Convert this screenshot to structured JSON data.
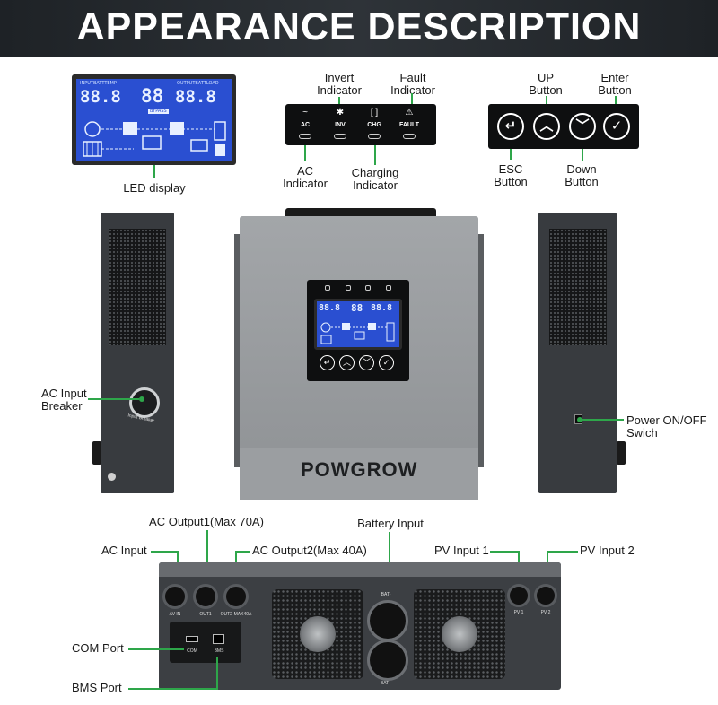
{
  "banner": {
    "title": "APPEARANCE DESCRIPTION"
  },
  "labels": {
    "led_display": "LED display",
    "invert_indicator": [
      "Invert",
      "Indicator"
    ],
    "fault_indicator": [
      "Fault",
      "Indicator"
    ],
    "ac_indicator": [
      "AC",
      "Indicator"
    ],
    "charging_indicator": [
      "Charging",
      "Indicator"
    ],
    "up_button": [
      "UP",
      "Button"
    ],
    "enter_button": [
      "Enter",
      "Button"
    ],
    "esc_button": [
      "ESC",
      "Button"
    ],
    "down_button": [
      "Down",
      "Button"
    ],
    "ac_input_breaker": [
      "AC Input",
      "Breaker"
    ],
    "power_switch": [
      "Power ON/OFF",
      "Swich"
    ],
    "ac_output1": "AC Output1(Max 70A)",
    "battery_input": "Battery Input",
    "ac_input": "AC Input",
    "ac_output2": "AC Output2(Max 40A)",
    "pv_input1": "PV Input 1",
    "pv_input2": "PV Input 2",
    "com_port": "COM Port",
    "bms_port": "BMS Port"
  },
  "indicator_panel": {
    "items": [
      {
        "glyph": "~",
        "text": "AC"
      },
      {
        "glyph": "✱",
        "text": "INV"
      },
      {
        "glyph": "[ ]",
        "text": "CHG"
      },
      {
        "glyph": "⚠",
        "text": "FAULT"
      }
    ]
  },
  "button_panel": {
    "glyphs": [
      "↵",
      "︿",
      "﹀",
      "✓"
    ]
  },
  "lcd": {
    "top_left": "INPUTBATTTEMP",
    "top_right": "OUTPUTBATTLOAD",
    "digits_left": "88.8",
    "digits_mid": "88",
    "digits_right": "88.8",
    "tag_bypass": "BYPASS"
  },
  "side_unit": {
    "breaker_text": "Input Breaker"
  },
  "front_unit": {
    "brand": "POWGROW"
  },
  "rear_ports": {
    "av_in": "AV IN",
    "out1": "OUT1",
    "out2": "OUT2-MAX40A",
    "bat_minus": "BAT-",
    "bat_plus": "BAT+",
    "pv1": "PV 1",
    "pv2": "PV 2",
    "com": "COM",
    "bms": "BMS"
  },
  "colors": {
    "accent_green": "#2ea64a",
    "lcd_blue": "#2a4fd1",
    "banner_dark": "#1e2226"
  }
}
